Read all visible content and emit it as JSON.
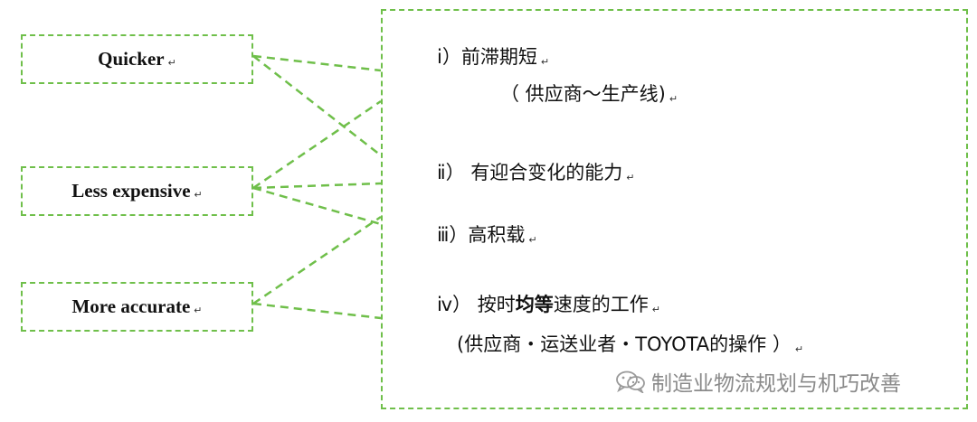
{
  "left_boxes": {
    "quicker": "Quicker",
    "less_expensive": "Less expensive",
    "more_accurate": "More accurate"
  },
  "mark": "↵",
  "right_box": {
    "line1": "ⅰ）前滞期短",
    "line2": "（ 供应商～生产线)",
    "line3": "ⅱ） 有迎合变化的能力",
    "line4": "ⅲ）高积载",
    "line5_pre": "ⅳ） 按时",
    "line5_bold": "均等",
    "line5_post": "速度的工作",
    "line6": "(供应商・运送业者・TOYOTA的操作 ）"
  },
  "watermark": {
    "text": "制造业物流规划与机巧改善",
    "icon": "wechat-icon"
  },
  "colors": {
    "dashed_green": "#6fbf4a",
    "watermark_gray": "#8a8a8a"
  }
}
